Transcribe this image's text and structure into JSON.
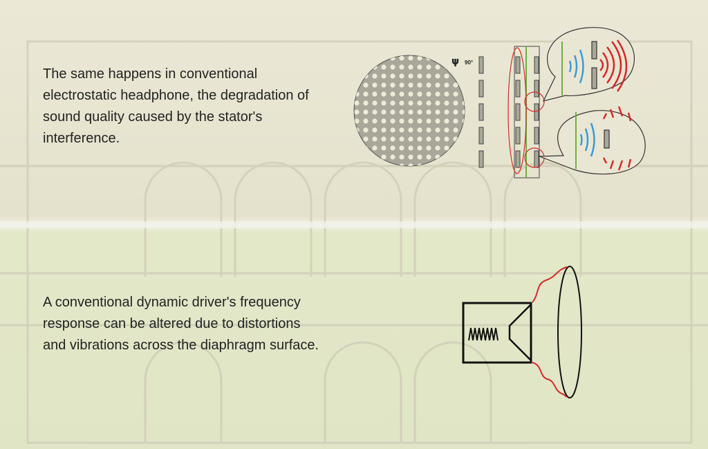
{
  "section1": {
    "text": "The same happens in conventional electrostatic headphone, the degradation of sound quality caused by the stator's interference.",
    "rotation_label": "90°"
  },
  "section2": {
    "text": "A conventional dynamic driver's frequency response can be altered due to distortions and vibrations across the diaphragm surface."
  },
  "colors": {
    "red": "#d42a2a",
    "blue": "#3a9ad9",
    "green": "#6ab23a",
    "outline": "#333333"
  }
}
